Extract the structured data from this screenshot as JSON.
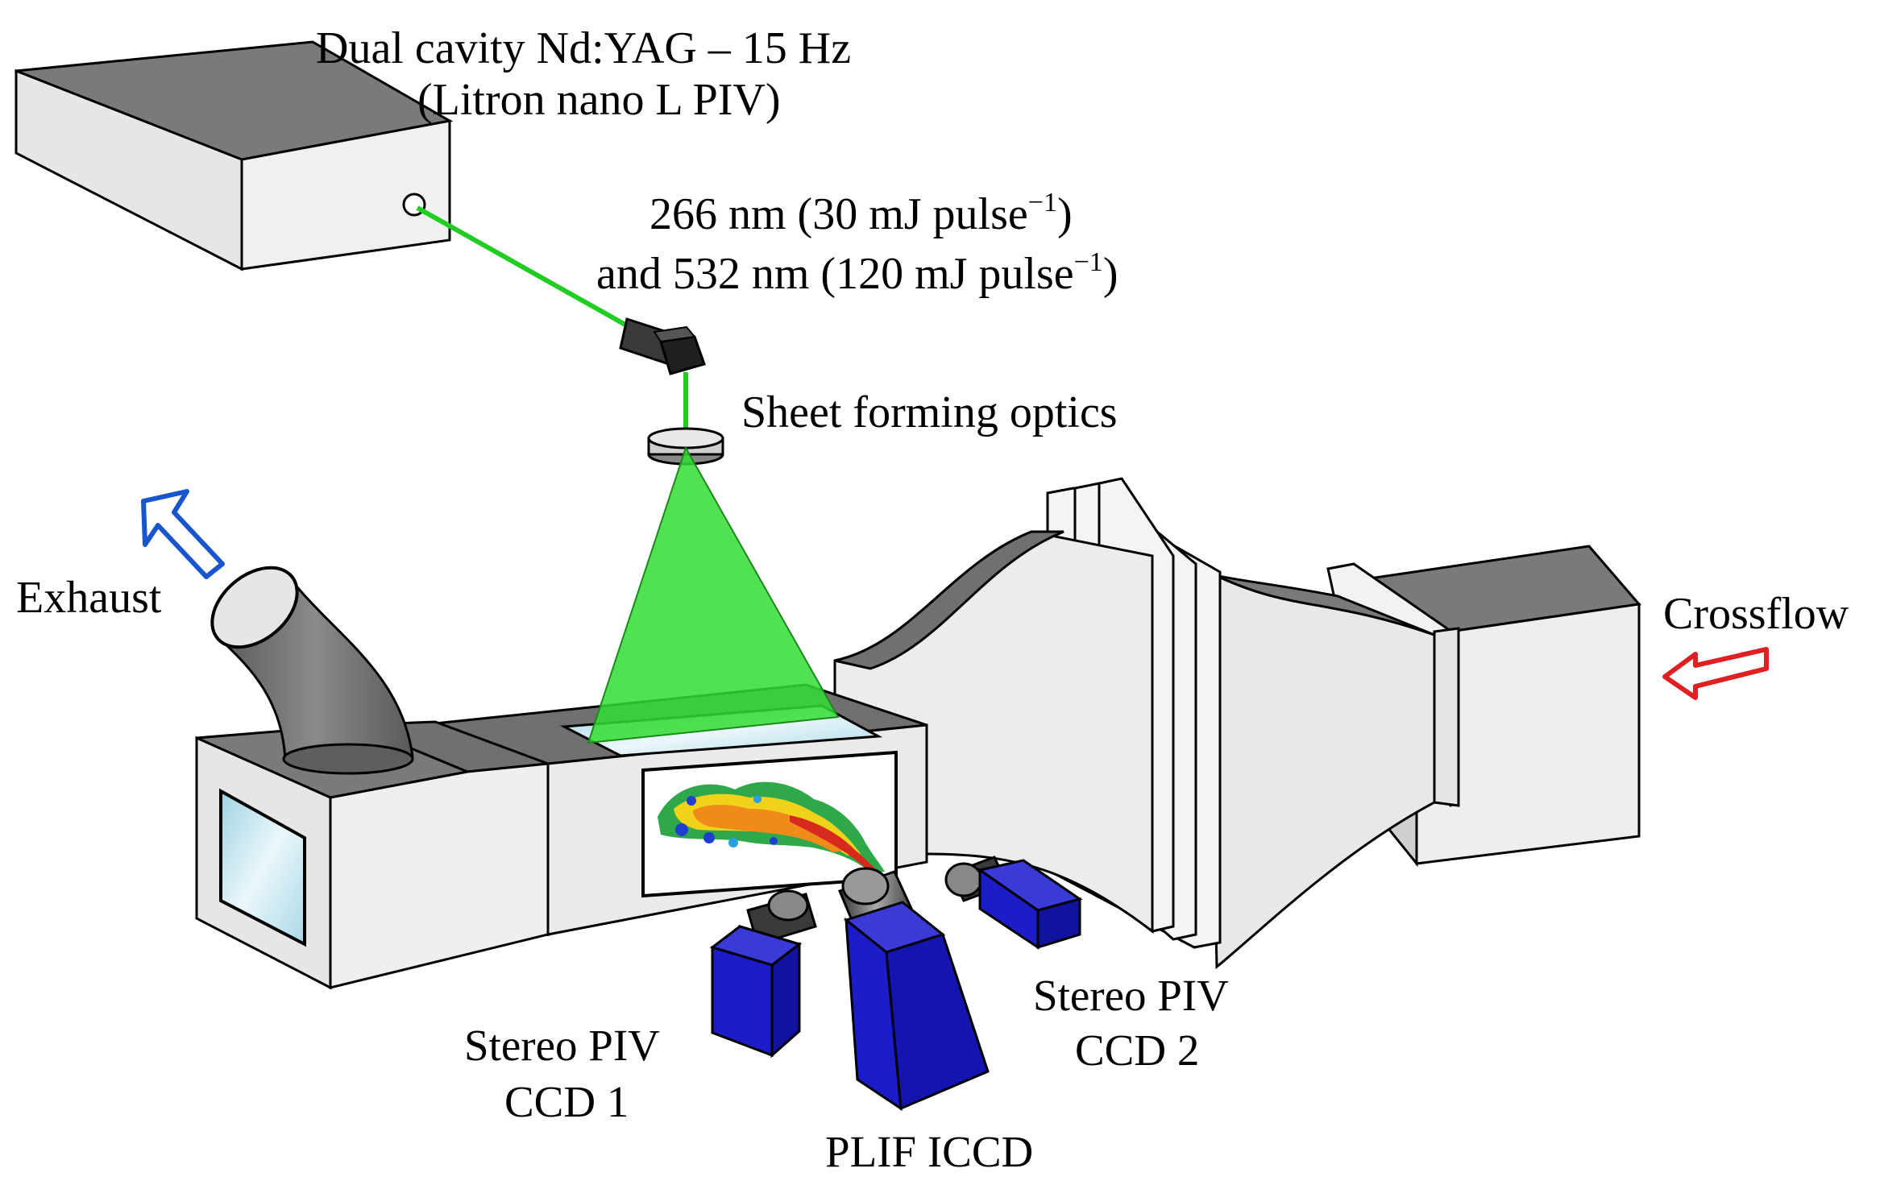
{
  "labels": {
    "laser_line1": "Dual cavity Nd:YAG – 15 Hz",
    "laser_line2": "(Litron nano L PIV)",
    "beam_266": "266 nm (30 mJ pulse",
    "beam_532": "and 532 nm (120 mJ pulse",
    "beam_exponent": "−1",
    "close_paren": ")",
    "sheet_optics": "Sheet forming optics",
    "exhaust": "Exhaust",
    "crossflow": "Crossflow",
    "ccd1_line1": "Stereo PIV",
    "ccd1_line2": "CCD 1",
    "ccd2_line1": "Stereo PIV",
    "ccd2_line2": "CCD 2",
    "plif": "PLIF ICCD"
  },
  "colors": {
    "laser_beam": "#22cc22",
    "laser_sheet": "#33dd33",
    "camera_body": "#1c1cc8",
    "exhaust_arrow": "#1a55d0",
    "crossflow_arrow": "#e02020",
    "duct_light": "#e9e9e9",
    "duct_dark": "#6e6e6e",
    "window_glass": "#bfe3ee"
  },
  "icons": [
    "laser-head-icon",
    "sheet-optics-lens-icon",
    "beam-collimator-icon",
    "camera-icon",
    "exhaust-arrow-icon",
    "crossflow-arrow-icon"
  ]
}
